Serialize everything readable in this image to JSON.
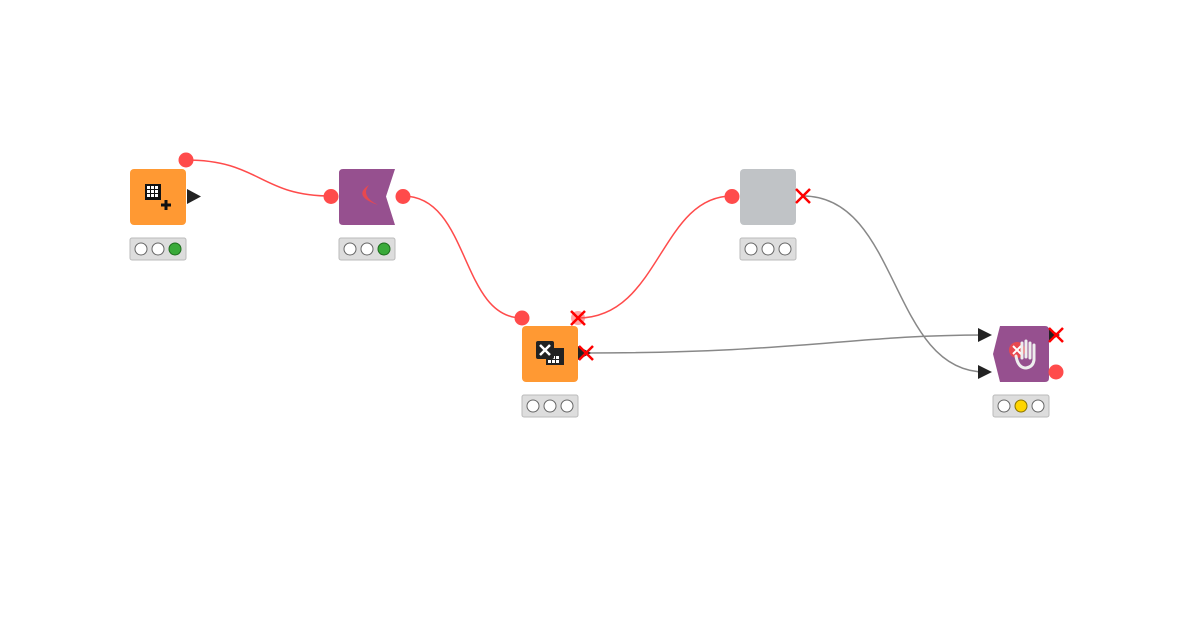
{
  "colors": {
    "orange_node": "#FF9933",
    "purple_node": "#96508F",
    "gray_node": "#C0C3C6",
    "flow_port": "#FF4B4B",
    "data_connection": "#888888",
    "flow_connection": "#FF4B4B",
    "status_green": "#3AAA3A",
    "status_yellow": "#FFD500",
    "inactive_x": "#FF0000"
  },
  "nodes": [
    {
      "id": "node-1",
      "kind": "orange",
      "icon": "table-creator-icon",
      "status": "executed"
    },
    {
      "id": "node-2",
      "kind": "purple",
      "icon": "loop-start-icon",
      "status": "executed"
    },
    {
      "id": "node-3",
      "kind": "orange",
      "icon": "excel-table-icon",
      "status": "idle"
    },
    {
      "id": "node-4",
      "kind": "gray",
      "icon": "",
      "status": "idle"
    },
    {
      "id": "node-5",
      "kind": "purple",
      "icon": "stop-hand-icon",
      "status": "configured"
    }
  ]
}
